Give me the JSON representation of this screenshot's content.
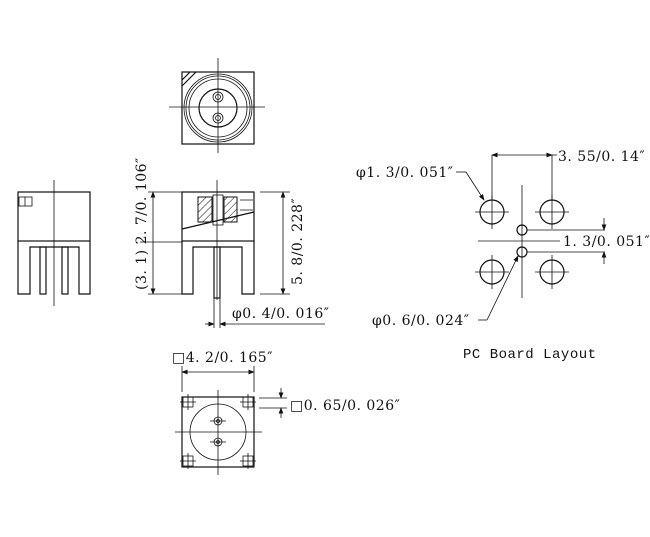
{
  "drawing": {
    "side_height_dim": "(3. 1) 2. 7/0. 106″",
    "total_height_dim": "5. 8/0. 228″",
    "pin_diameter_dim": "φ0. 4/0. 016″",
    "body_square_dim": "□4. 2/0. 165″",
    "pad_square_dim": "□0. 65/0. 026″"
  },
  "pcb_layout": {
    "title": "PC Board Layout",
    "large_hole_dim": "φ1. 3/0. 051″",
    "hole_spacing_dim": "3. 55/0. 14″",
    "small_hole_spacing_dim": "1. 3/0. 051″",
    "small_hole_dim": "φ0. 6/0. 024″"
  },
  "colors": {
    "line": "#111111",
    "background": "#ffffff"
  }
}
